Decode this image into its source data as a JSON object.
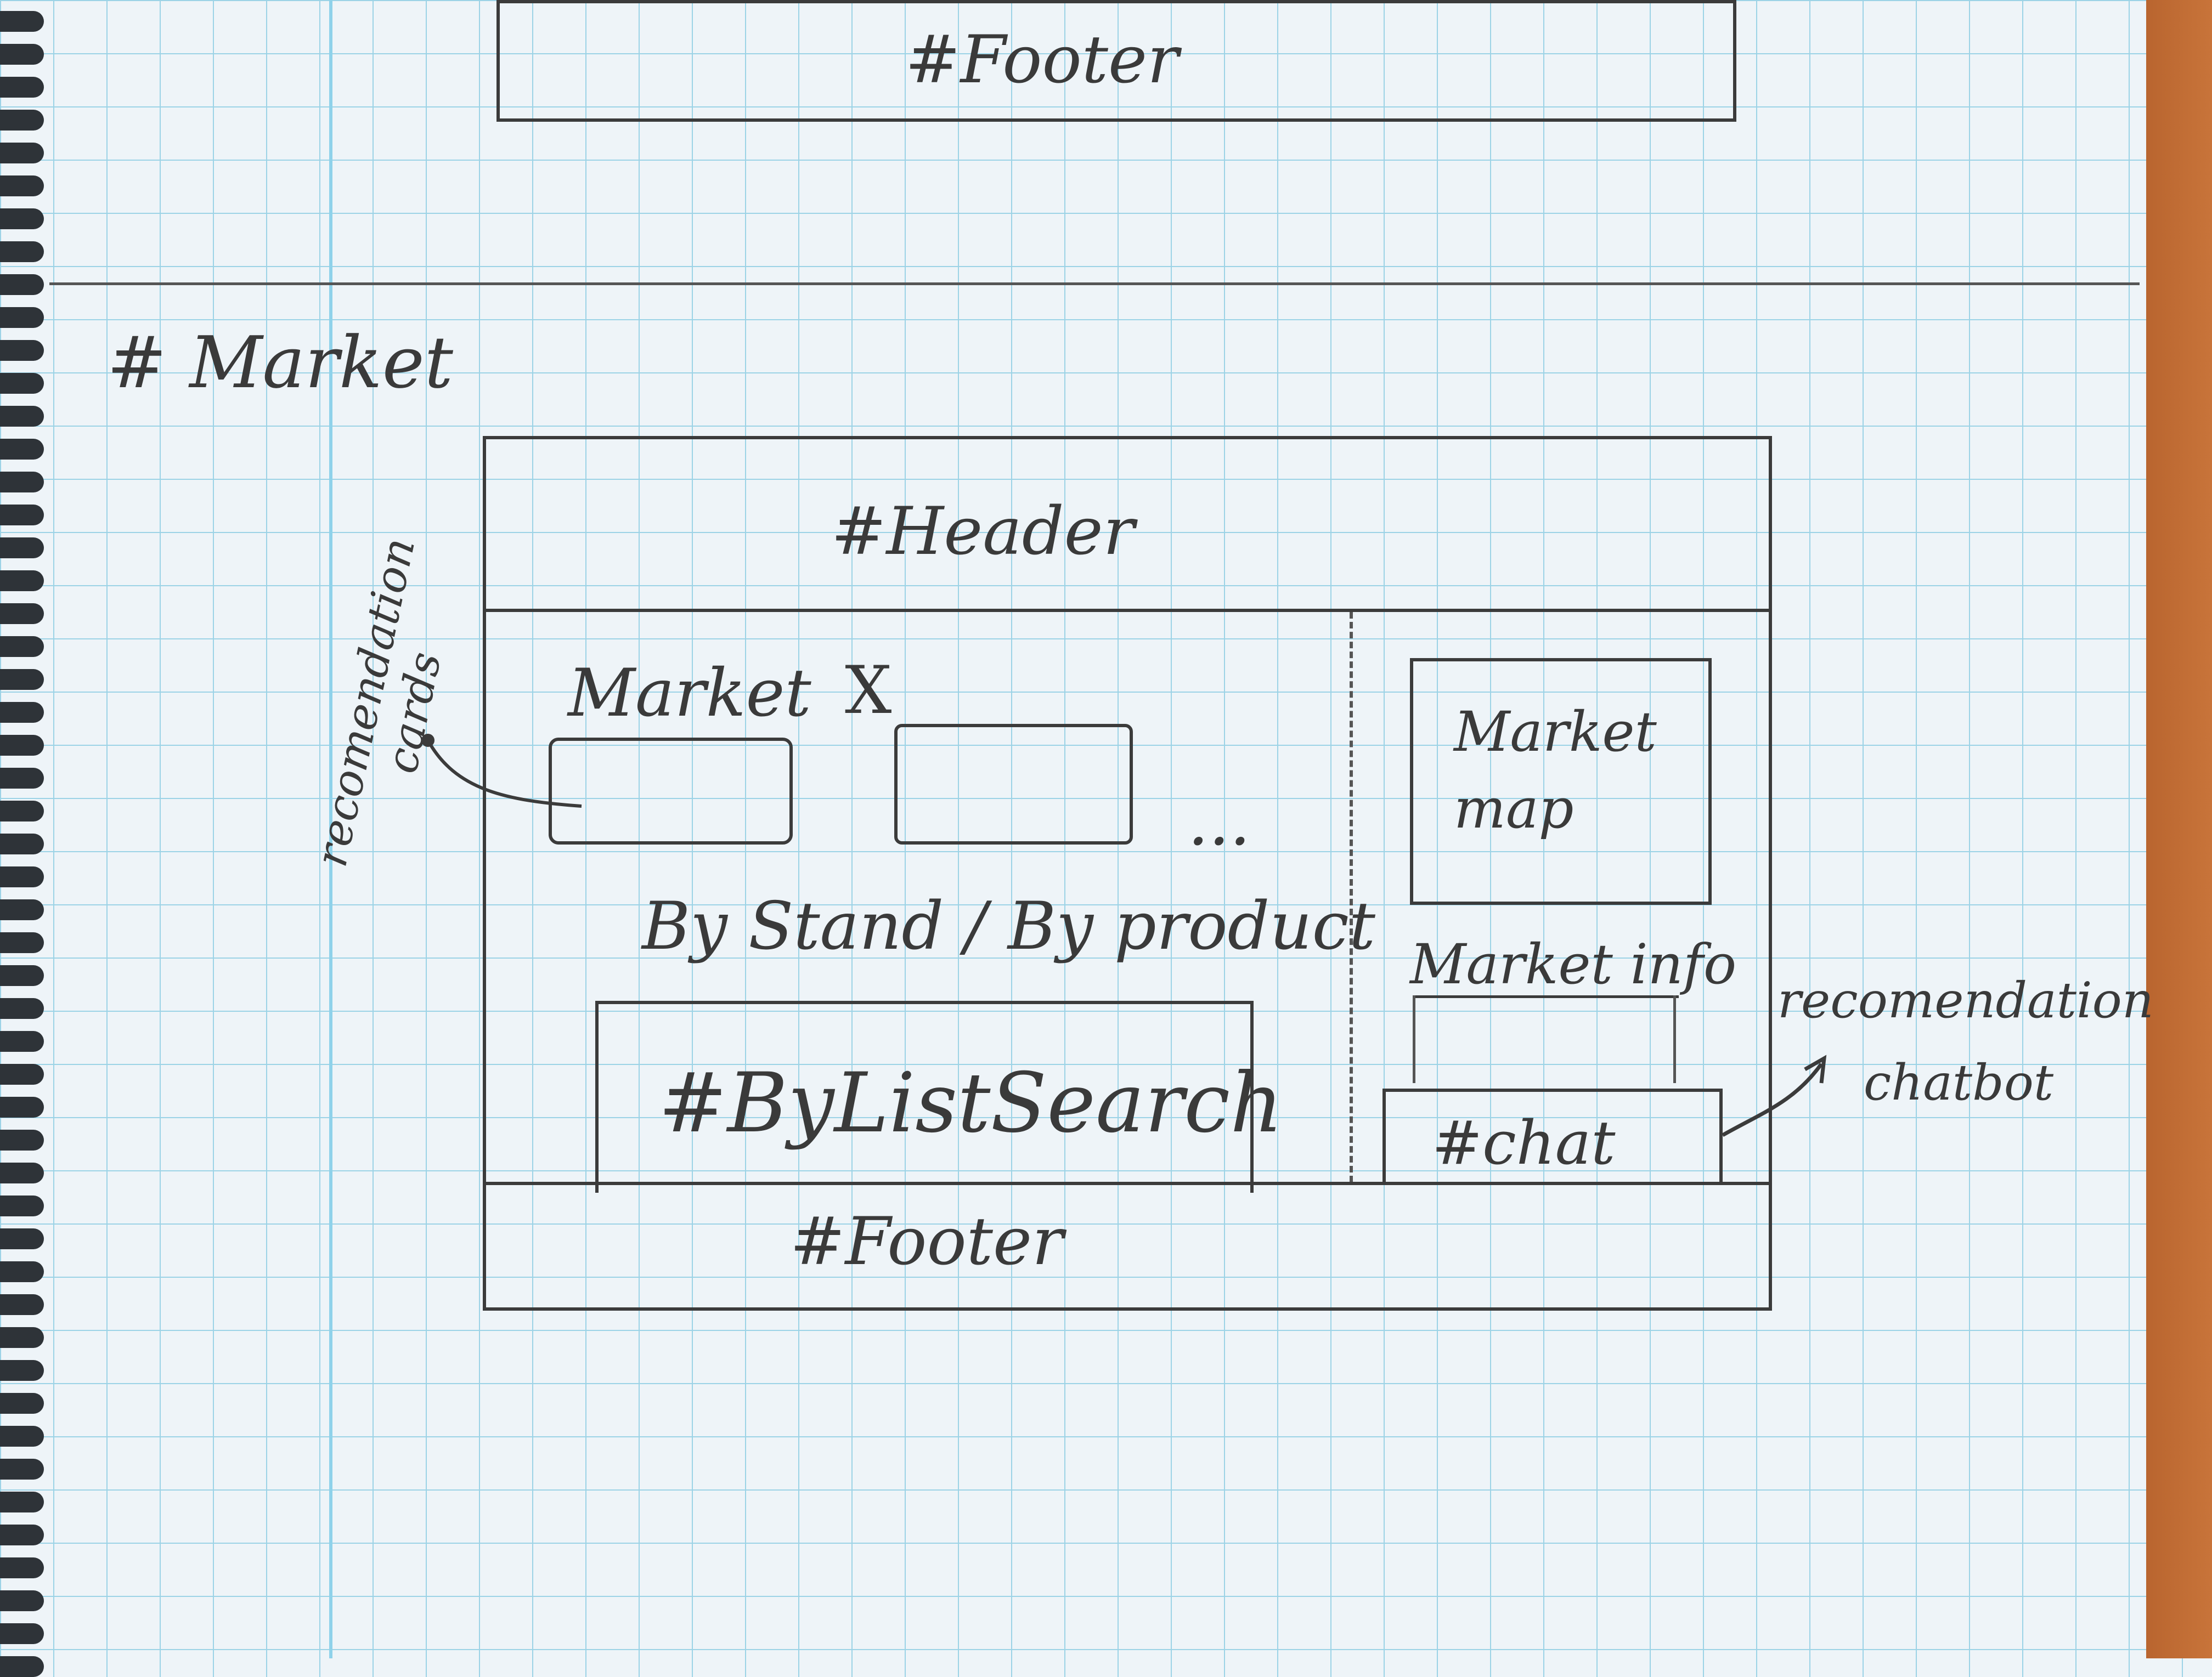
{
  "top_section": {
    "footer_label": "#Footer"
  },
  "market_page": {
    "heading": "# Market",
    "header_label": "#Header",
    "market_title": "Market",
    "close_mark": "X",
    "more_cards": "...",
    "recommendation_cards_note": "recomendation cards",
    "tabs_label": "By Stand / By product",
    "list_search_label": "#ByListSearch",
    "map_label": "Market map",
    "info_label": "Market info",
    "chat_label": "#chat",
    "chatbot_note": "recomendation chatbot",
    "footer_label": "#Footer"
  },
  "colors": {
    "ink": "#3b3b3b",
    "grid": "#9cd3e6",
    "paper": "#eef4f8",
    "binding": "#2e3338",
    "cover": "#c8743a"
  }
}
